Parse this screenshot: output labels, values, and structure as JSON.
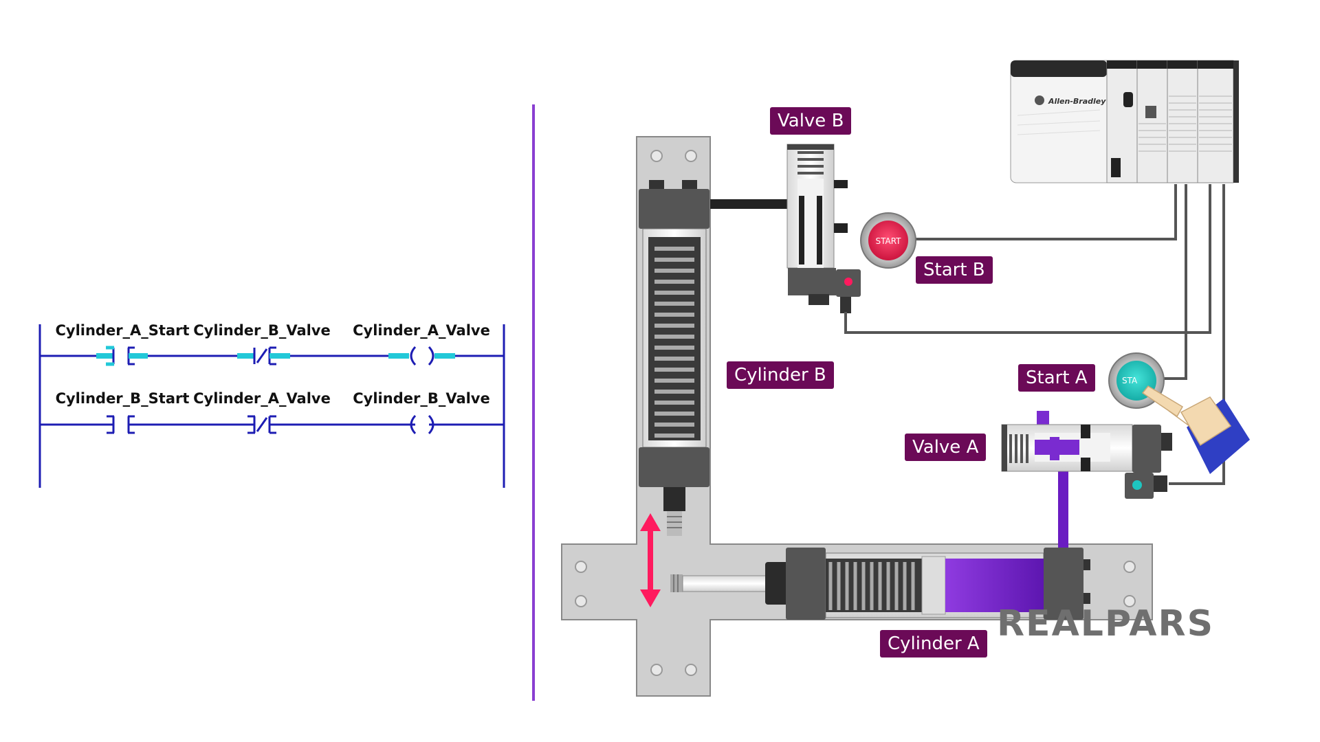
{
  "colors": {
    "label_bg": "#6b0a57",
    "ladder_blue": "#1d1db3",
    "energized_cyan": "#22c8d8",
    "divider": "#8a3fd1",
    "fluid_purple": "#7a2bd0",
    "start_b_red": "#e8254f",
    "start_a_teal": "#1ec5c0",
    "arrow_pink": "#ff1a5e"
  },
  "ladder": {
    "rungs": [
      {
        "contact1": "Cylinder_A_Start",
        "contact2": "Cylinder_B_Valve",
        "coil": "Cylinder_A_Valve",
        "energized": true
      },
      {
        "contact1": "Cylinder_B_Start",
        "contact2": "Cylinder_A_Valve",
        "coil": "Cylinder_B_Valve",
        "energized": false
      }
    ]
  },
  "labels": {
    "valve_b": "Valve B",
    "start_b": "Start B",
    "cylinder_b": "Cylinder B",
    "start_a": "Start A",
    "valve_a": "Valve A",
    "cylinder_a": "Cylinder A"
  },
  "buttons": {
    "start_b_text": "START",
    "start_a_text": "STA"
  },
  "plc": {
    "brand": "Allen-Bradley"
  },
  "icons": [
    "hand-pointer-icon",
    "double-arrow-icon",
    "screw-icon",
    "allen-bradley-logo-icon"
  ],
  "brand": "REALPARS"
}
